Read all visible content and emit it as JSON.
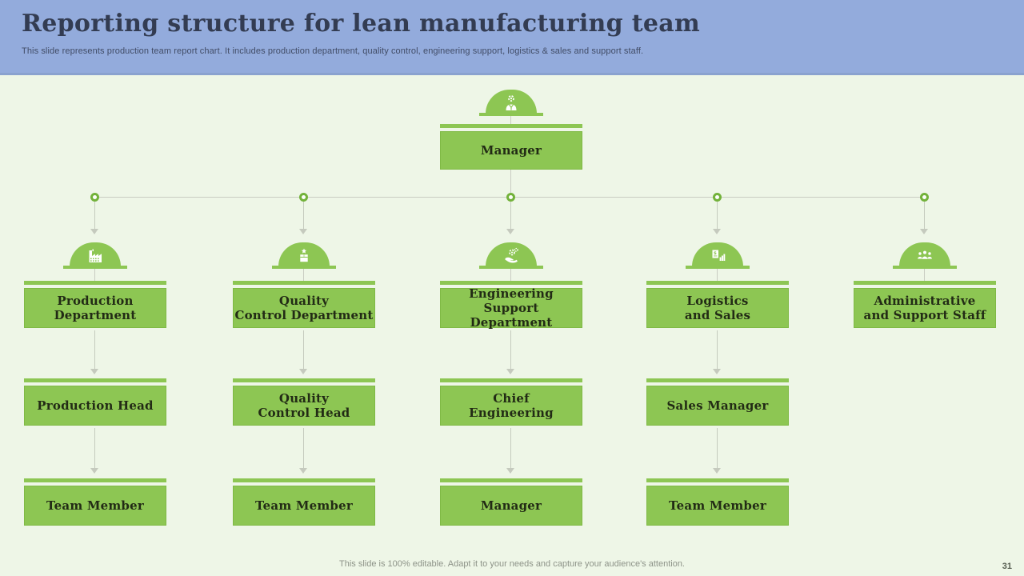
{
  "slide": {
    "title": "Reporting structure for lean manufacturing team",
    "subtitle": "This slide represents production team report chart. It includes production department, quality control, engineering support, logistics & sales and support staff.",
    "footer": "This slide is 100% editable. Adapt it to your needs and capture your audience's attention.",
    "page_number": "31"
  },
  "colors": {
    "header_bg": "#93abdc",
    "body_bg": "#eef6e7",
    "box_green": "#8dc653",
    "box_border": "#7fb945",
    "ring_green": "#72b23a",
    "connector_gray": "#c9cdc2",
    "box_text": "#222b15",
    "title_text": "#333c52"
  },
  "org": {
    "root": {
      "label": "Manager",
      "icon": "manager-person-gear-icon"
    },
    "branches": [
      {
        "icon": "factory-icon",
        "levels": [
          "Production\nDepartment",
          "Production Head",
          "Team Member"
        ]
      },
      {
        "icon": "quality-badge-icon",
        "levels": [
          "Quality\nControl Department",
          "Quality\nControl Head",
          "Team Member"
        ]
      },
      {
        "icon": "gears-hand-icon",
        "levels": [
          "Engineering\nSupport Department",
          "Chief\nEngineering",
          "Manager"
        ]
      },
      {
        "icon": "sales-document-chart-icon",
        "levels": [
          "Logistics\nand Sales",
          "Sales Manager",
          "Team Member"
        ]
      },
      {
        "icon": "people-group-icon",
        "levels": [
          "Administrative\nand Support Staff"
        ]
      }
    ]
  }
}
